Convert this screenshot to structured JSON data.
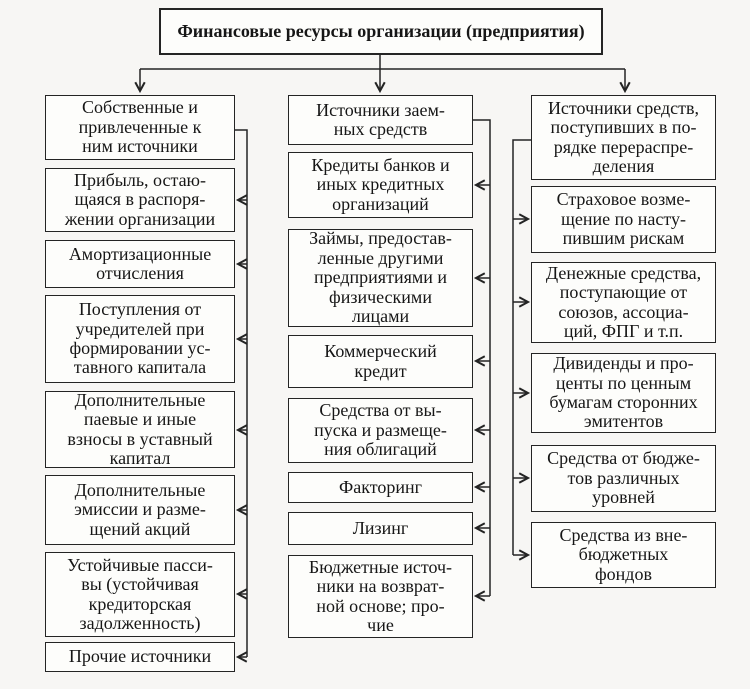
{
  "title": "Финансовые ресурсы организации (предприятия)",
  "columns": [
    {
      "header": "Собственные и\nпривлеченные к\nним источники",
      "items": [
        "Прибыль, остаю-\nщаяся в распоря-\nжении организации",
        "Амортизационные\nотчисления",
        "Поступления от\nучредителей при\nформировании ус-\nтавного капитала",
        "Дополнительные\nпаевые и иные\nвзносы в уставный\nкапитал",
        "Дополнительные\nэмиссии и разме-\nщений акций",
        "Устойчивые пасси-\nвы (устойчивая\nкредиторская\nзадолженность)",
        "Прочие источники"
      ]
    },
    {
      "header": "Источники заем-\nных средств",
      "items": [
        "Кредиты банков и\nиных кредитных\nорганизаций",
        "Займы, предостав-\nленные другими\nпредприятиями и\nфизическими\nлицами",
        "Коммерческий\nкредит",
        "Средства от вы-\nпуска и размеще-\nния облигаций",
        "Факторинг",
        "Лизинг",
        "Бюджетные источ-\nники на возврат-\nной основе; про-\nчие"
      ]
    },
    {
      "header": "Источники средств,\nпоступивших в по-\nрядке перераспре-\nделения",
      "items": [
        "Страховое возме-\nщение по насту-\nпившим рискам",
        "Денежные средства,\nпоступающие от\nсоюзов, ассоциа-\nций, ФПГ и т.п.",
        "Дивиденды и про-\nценты по ценным\nбумагам сторонних\nэмитентов",
        "Средства от бюдже-\nтов различных\nуровней",
        "Средства из вне-\nбюджетных\nфондов"
      ]
    }
  ],
  "colors": {
    "line": "#242424",
    "box_fill": "#fdfdfb",
    "background": "#f7f6f4"
  }
}
